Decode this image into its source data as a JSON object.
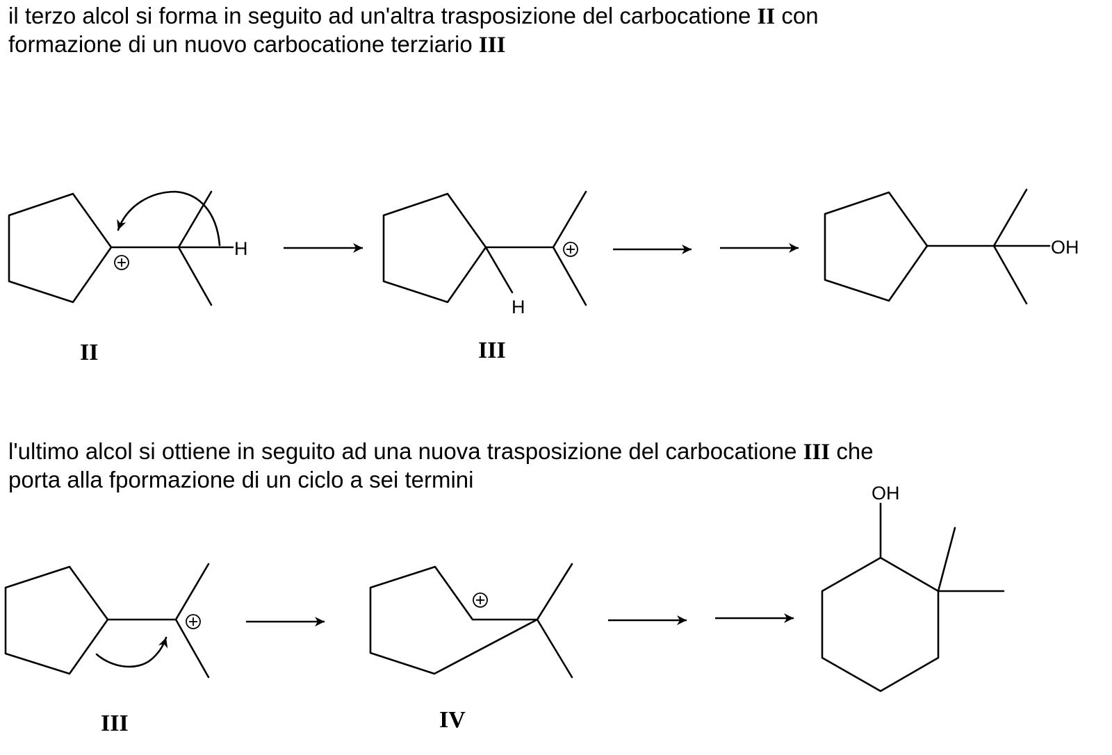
{
  "paragraph_1": {
    "text_1": "il terzo alcol si forma in seguito ad un'altra trasposizione del carbocatione ",
    "bold_1": "II",
    "text_2": " con",
    "text_3": "formazione di un nuovo carbocatione terziario ",
    "bold_2": "III"
  },
  "paragraph_2": {
    "text_1": "l'ultimo alcol si ottiene in seguito ad una nuova trasposizione del carbocatione ",
    "bold_1": "III",
    "text_2": " che",
    "text_3": "porta alla fpormazione di un ciclo a sei termini"
  },
  "atoms": {
    "hydrogen": "H",
    "hydroxyl": "OH",
    "positive_charge": "+"
  },
  "compound_labels": {
    "row1_first": "II",
    "row1_second": "III",
    "row2_first": "III",
    "row2_second": "IV"
  }
}
